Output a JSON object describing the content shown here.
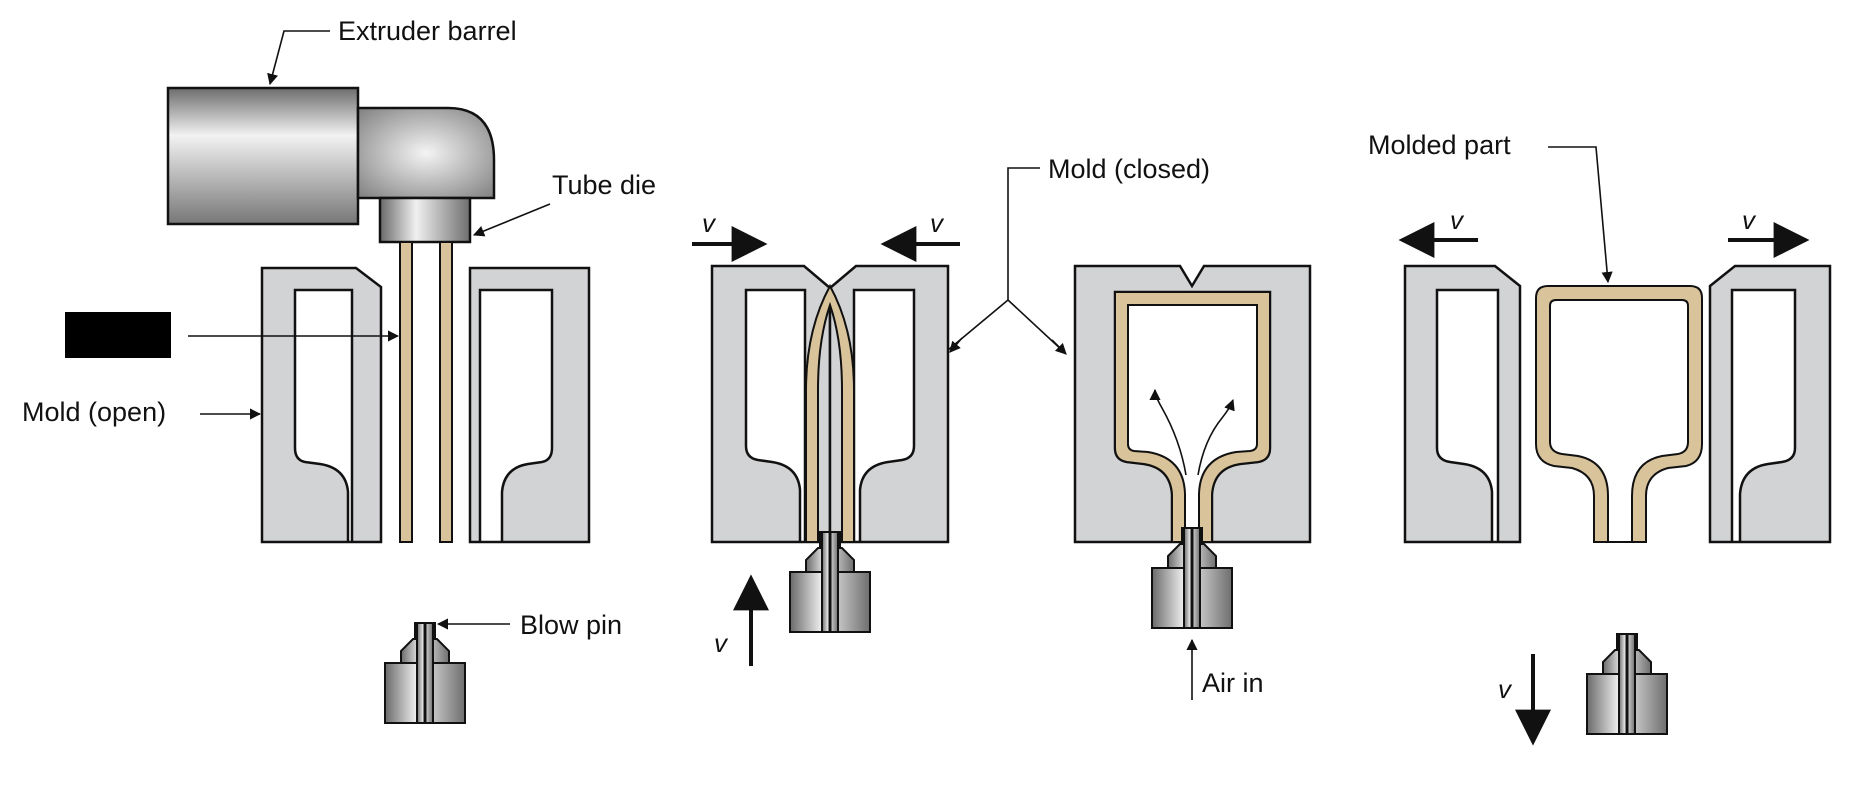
{
  "labels": {
    "extruder_barrel": "Extruder barrel",
    "tube_die": "Tube die",
    "mold_open": "Mold (open)",
    "blow_pin": "Blow pin",
    "mold_closed": "Mold (closed)",
    "molded_part": "Molded part",
    "air_in": "Air in",
    "velocity": "v"
  },
  "colors": {
    "mold_fill": "#d2d3d5",
    "parison_fill": "#d9c39a",
    "outline": "#111111",
    "redaction_block": "#000000"
  },
  "icons": [
    "arrow-right-icon",
    "arrow-left-icon",
    "arrow-up-icon",
    "arrow-down-icon"
  ]
}
